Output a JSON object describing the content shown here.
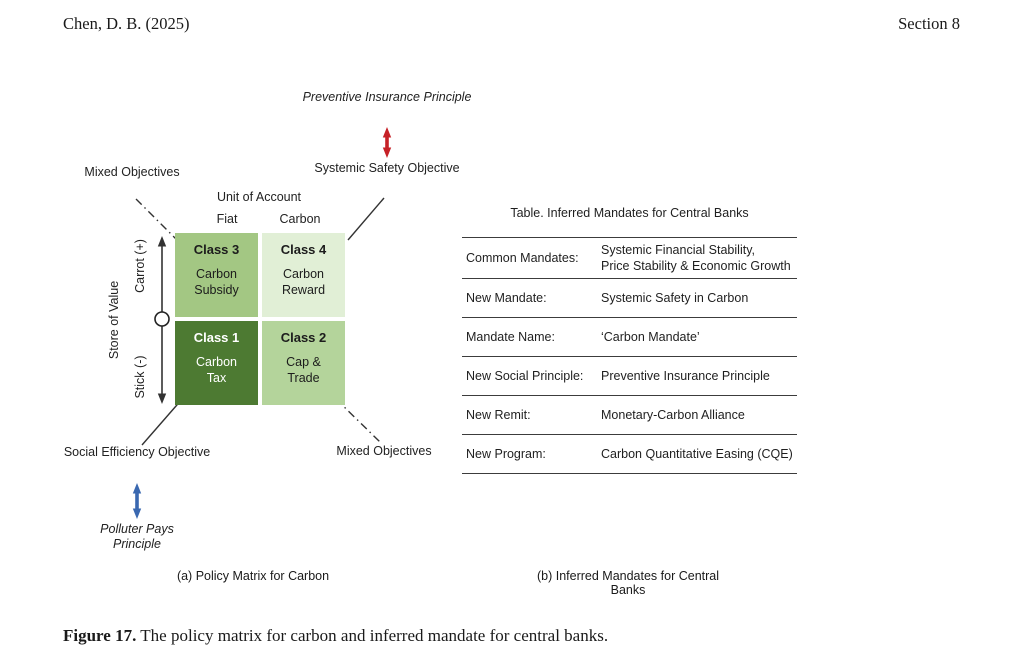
{
  "page": {
    "header_left": "Chen, D. B. (2025)",
    "header_right": "Section 8",
    "figure_label": "Figure 17.",
    "figure_caption": " The policy matrix for carbon and inferred mandate for central banks."
  },
  "panel_a": {
    "caption": "(a) Policy Matrix for Carbon",
    "top_principle": "Preventive Insurance Principle",
    "top_objective": "Systemic Safety Objective",
    "mixed_objectives_top_left": "Mixed Objectives",
    "mixed_objectives_bottom_right": "Mixed Objectives",
    "bottom_objective": "Social Efficiency Objective",
    "bottom_principle": "Polluter Pays Principle",
    "x_axis": {
      "title": "Unit of Account",
      "ticks": [
        "Fiat",
        "Carbon"
      ]
    },
    "y_axis": {
      "title": "Store of Value",
      "positive": "Carrot (+)",
      "negative": "Stick (-)"
    },
    "cells": [
      {
        "title": "Class 3",
        "label": "Carbon\nSubsidy",
        "bg": "#a3c783",
        "fg": "#1c1c1c"
      },
      {
        "title": "Class 4",
        "label": "Carbon\nReward",
        "bg": "#e1efd6",
        "fg": "#1c1c1c"
      },
      {
        "title": "Class 1",
        "label": "Carbon\nTax",
        "bg": "#4d7a32",
        "fg": "#ffffff"
      },
      {
        "title": "Class 2",
        "label": "Cap &\nTrade",
        "bg": "#b4d49b",
        "fg": "#1c1c1c"
      }
    ],
    "colors": {
      "red_arrow": "#c62127",
      "blue_arrow": "#3a68b0",
      "line": "#333333"
    }
  },
  "panel_b": {
    "caption": "(b) Inferred Mandates for Central Banks",
    "table_title": "Table. Inferred Mandates for Central Banks",
    "rows": [
      {
        "label": "Common Mandates:",
        "value": "Systemic Financial Stability,\nPrice Stability & Economic Growth"
      },
      {
        "label": "New Mandate:",
        "value": "Systemic Safety in Carbon"
      },
      {
        "label": "Mandate Name:",
        "value": "‘Carbon Mandate’"
      },
      {
        "label": "New Social Principle:",
        "value": "Preventive Insurance Principle"
      },
      {
        "label": "New Remit:",
        "value": "Monetary-Carbon Alliance"
      },
      {
        "label": "New Program:",
        "value": "Carbon Quantitative Easing (CQE)"
      }
    ]
  }
}
